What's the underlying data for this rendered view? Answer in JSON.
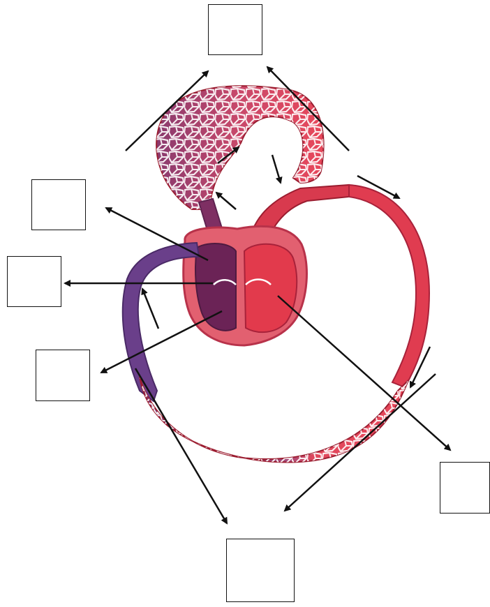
{
  "diagram": {
    "label_boxes": [
      {
        "id": "top",
        "text": ""
      },
      {
        "id": "upper-left",
        "text": ""
      },
      {
        "id": "middle-left",
        "text": ""
      },
      {
        "id": "lower-left",
        "text": ""
      },
      {
        "id": "right",
        "text": ""
      },
      {
        "id": "bottom",
        "text": ""
      }
    ],
    "colors": {
      "oxygenated": "#e8475a",
      "oxygenated_dark": "#c42a3c",
      "deoxygenated": "#8a3a6e",
      "deoxygenated_dark": "#5e2350",
      "vein_blue": "#6a3f8a",
      "outline": "#9b1d30",
      "arrow": "#111111"
    }
  }
}
